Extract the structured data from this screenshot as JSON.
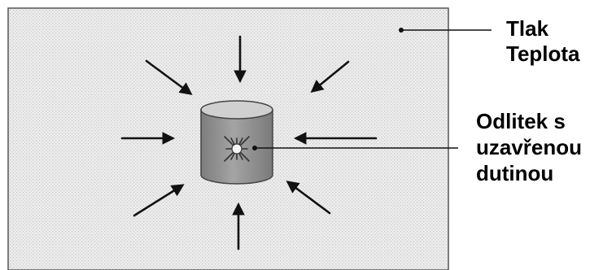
{
  "labels": {
    "pressure": "Tlak",
    "temperature": "Teplota",
    "casting_line1": "Odlitek s",
    "casting_line2": "uzavřenou",
    "casting_line3": "dutinou"
  },
  "colors": {
    "chamber_fill": "#ececec",
    "chamber_border": "#555555",
    "arrow": "#111111",
    "cylinder_body": "#8f8f8f",
    "cylinder_top": "#d0d0d0"
  },
  "icons": {
    "cavity": "starburst-icon",
    "arrow": "arrow-icon"
  }
}
